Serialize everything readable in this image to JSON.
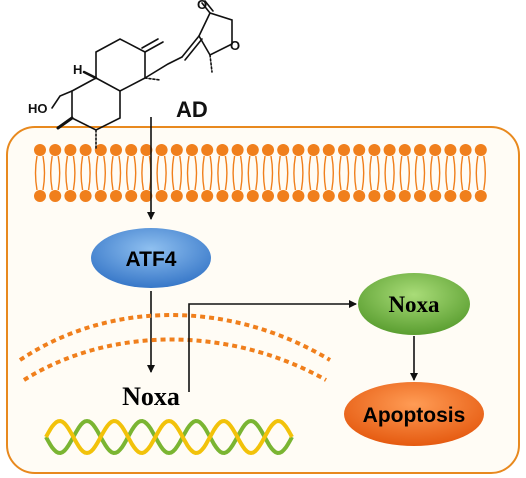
{
  "labels": {
    "compound": "AD",
    "molecule_oh": "HO",
    "molecule_h": "H",
    "molecule_o": "O",
    "atf4": "ATF4",
    "noxa_nucleus": "Noxa",
    "noxa_protein": "Noxa",
    "apoptosis": "Apoptosis"
  },
  "colors": {
    "cell_border": "#E8891E",
    "membrane": "#F07F1C",
    "atf4_fill": "#4A8FDA",
    "noxa_fill": "#7BBF4A",
    "apoptosis_fill": "#F06D1E",
    "dna_yellow": "#F2C20A",
    "dna_green": "#7AB532",
    "nucleus_dash": "#F07F1C"
  }
}
